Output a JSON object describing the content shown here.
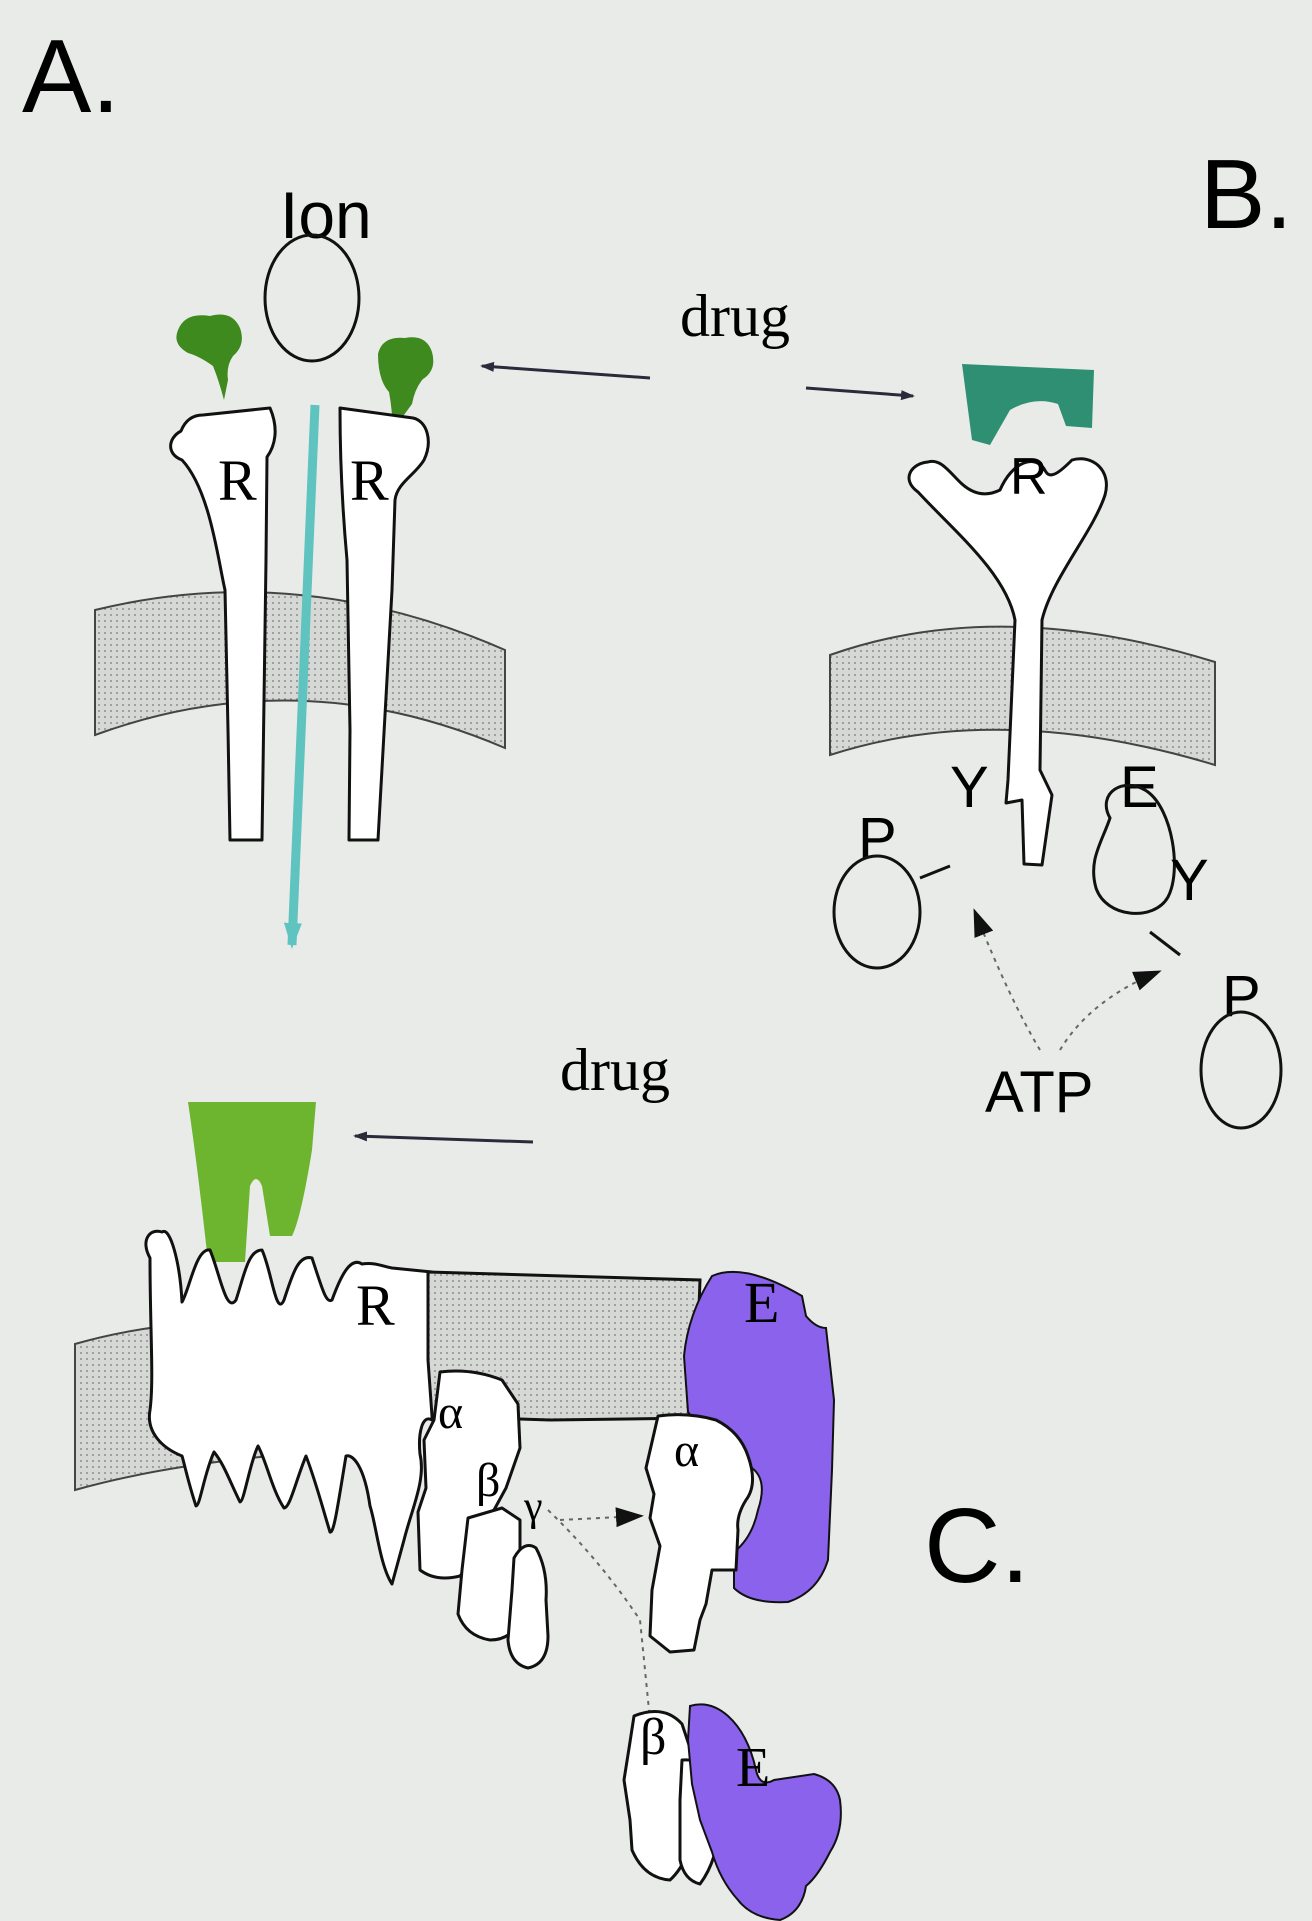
{
  "panels": {
    "a": {
      "label": "A.",
      "ion_label": "Ion",
      "receptor_left": "R",
      "receptor_right": "R"
    },
    "b": {
      "label": "B.",
      "drug_label": "drug",
      "receptor": "R",
      "tyrosine_left": "Y",
      "enzyme": "E",
      "tyrosine_right": "Y",
      "phosphate_left": "P",
      "phosphate_right": "P",
      "atp": "ATP"
    },
    "c": {
      "label": "C.",
      "drug_label": "drug",
      "receptor": "R",
      "enzyme": "E",
      "alpha_left": "α",
      "alpha_right": "α",
      "beta": "β",
      "gamma": "γ",
      "beta_free": "β",
      "enzyme_free": "E"
    }
  },
  "colors": {
    "background": "#e9ebe9",
    "drug_green": "#3e8a1e",
    "drug_teal": "#2f8f72",
    "drug_lightgreen": "#6db52f",
    "ion_flow": "#5fc3c0",
    "enzyme_purple": "#8a62ec",
    "membrane": "#cfd1cf"
  }
}
